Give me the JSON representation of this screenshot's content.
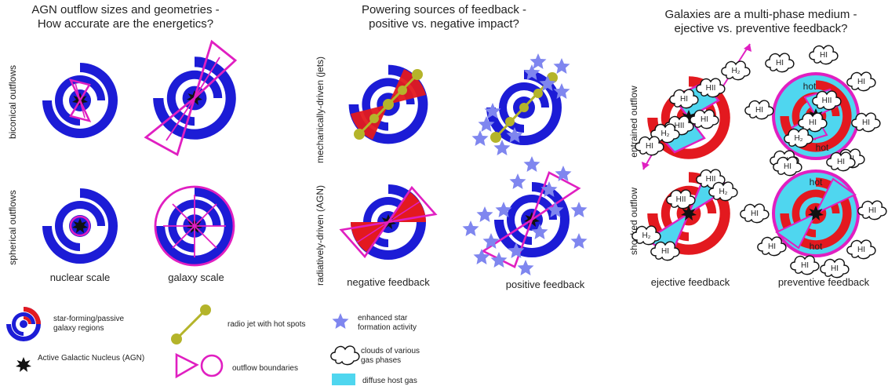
{
  "panels": {
    "outflows": {
      "title_line1": "AGN outflow sizes and geometries -",
      "title_line2": "How accurate are the energetics?",
      "row1": "biconical outflows",
      "row2": "spherical outflows",
      "col1": "nuclear scale",
      "col2": "galaxy scale"
    },
    "powering": {
      "title_line1": "Powering sources of feedback -",
      "title_line2": "positive vs. negative impact?",
      "row1": "mechanically-driven (jets)",
      "row2": "radiatively-driven (AGN)",
      "col1": "negative feedback",
      "col2": "positive feedback"
    },
    "multiphase": {
      "title_line1": "Galaxies are a multi-phase medium -",
      "title_line2": "ejective vs. preventive feedback?",
      "row1": "entrained outflow",
      "row2": "shocked outflow",
      "col1": "ejective feedback",
      "col2": "preventive feedback"
    }
  },
  "phases": {
    "hi": "HI",
    "hii": "HII",
    "h2": "H₂",
    "hot": "hot"
  },
  "legend": {
    "galaxy": "star-forming/passive galaxy regions",
    "galaxy_l1": "star-forming/passive",
    "galaxy_l2": "galaxy regions",
    "agn": "Active Galactic Nucleus (AGN)",
    "jet": "radio jet with hot spots",
    "outflow": "outflow boundaries",
    "stars_l1": "enhanced star",
    "stars_l2": "formation activity",
    "clouds_l1": "clouds of various",
    "clouds_l2": "gas phases",
    "diffuse": "diffuse host gas"
  },
  "colors": {
    "blue": "#1c1cd6",
    "red": "#e3191f",
    "magenta": "#e01fc1",
    "olive": "#b4b42a",
    "star": "#7f86ef",
    "cyan": "#4fd6ef"
  }
}
